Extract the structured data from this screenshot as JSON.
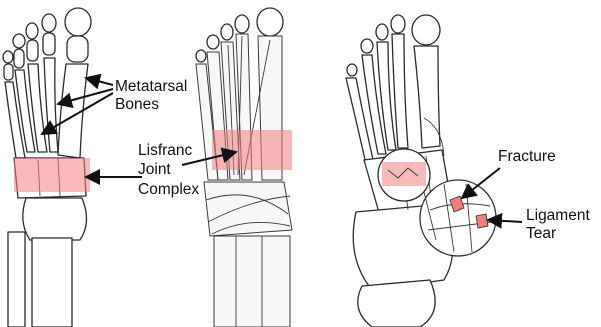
{
  "labels": {
    "metatarsal_line1": "Metatarsal",
    "metatarsal_line2": "Bones",
    "lisfranc_line1": "Lisfranc",
    "lisfranc_line2": "Joint",
    "lisfranc_line3": "Complex",
    "fracture": "Fracture",
    "ligament_line1": "Ligament",
    "ligament_line2": "Tear"
  },
  "colors": {
    "highlight": "#f08080",
    "outline": "#2a2a2a",
    "label_text": "#111111"
  }
}
